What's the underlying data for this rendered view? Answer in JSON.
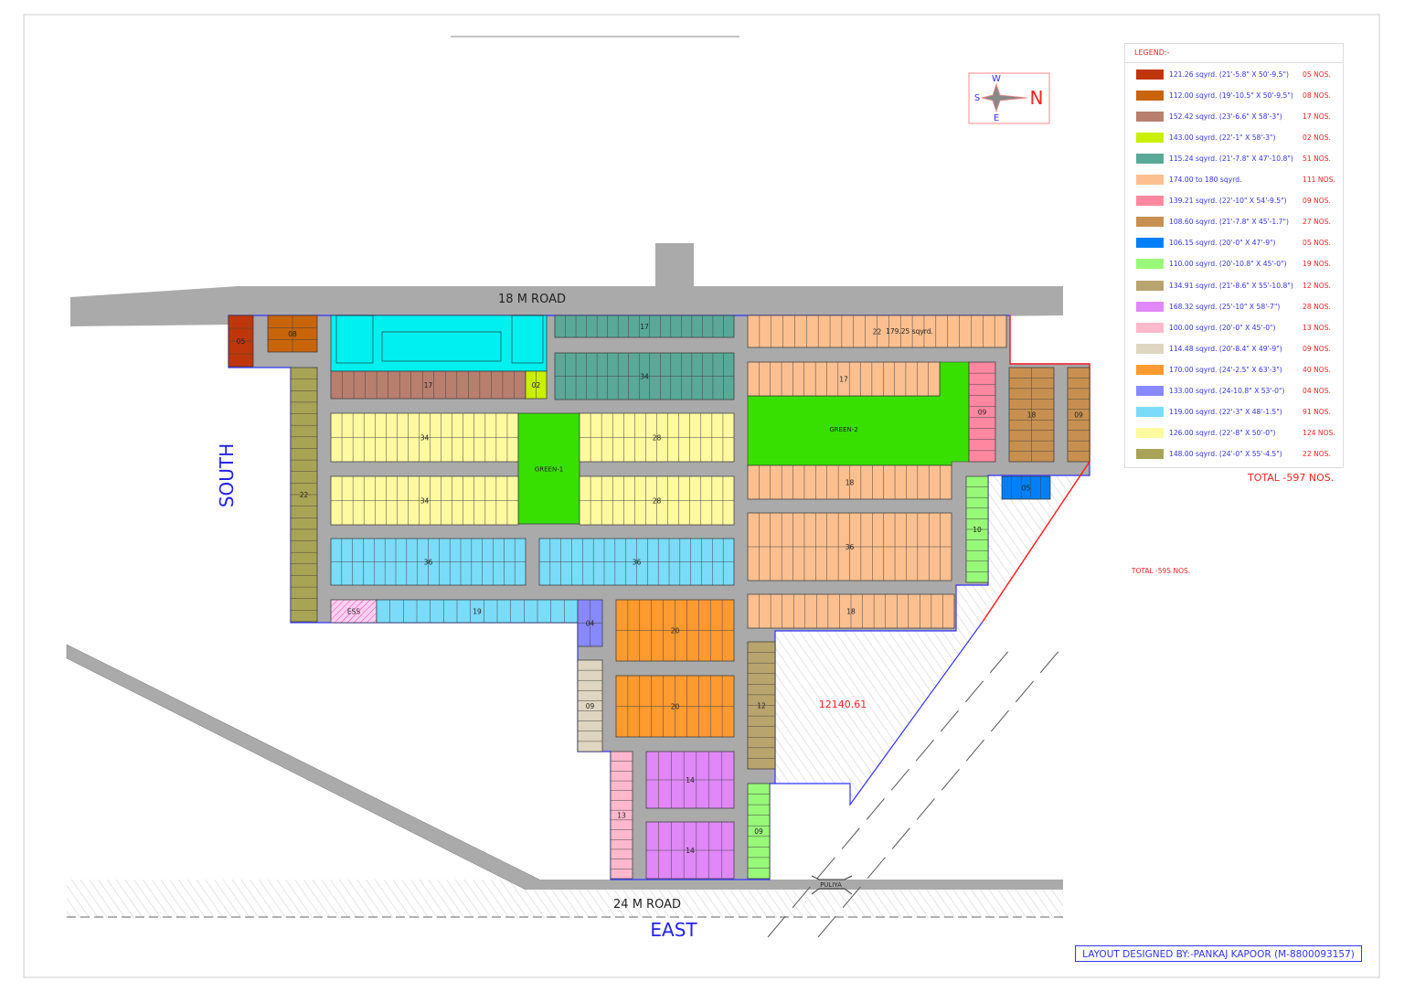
{
  "roads": {
    "top": "18 M ROAD",
    "bottom": "24 M ROAD",
    "puliya": "PULIYA"
  },
  "directions": {
    "side_left": "SOUTH",
    "side_bottom": "EAST"
  },
  "compass": {
    "w": "W",
    "s": "S",
    "e": "E",
    "n": "N"
  },
  "open_area_value": "12140.61",
  "secondary_total": "TOTAL -595 NOS.",
  "colors": {
    "red": "#c0360c",
    "dark_orange": "#c8640a",
    "brown": "#b87f6e",
    "lime": "#c8f000",
    "teal": "#5aa898",
    "peach": "#fcc090",
    "pink": "#ff88a0",
    "tan": "#c89050",
    "blue": "#0080f8",
    "light_green": "#98f878",
    "khaki": "#b8a46e",
    "violet": "#e088f8",
    "light_pink": "#ffb8cc",
    "beige": "#ded6c0",
    "orange": "#ff9a30",
    "purple": "#8888ff",
    "sky": "#7adcf8",
    "yellow": "#fffaa0",
    "olive": "#a8a455",
    "cyan": "#00f0f0",
    "green": "#38e000",
    "road": "#aaaaaa"
  },
  "blocks": [
    {
      "label": "05",
      "color": "red"
    },
    {
      "label": "08",
      "color": "dark_orange"
    },
    {
      "label": "",
      "color": "cyan"
    },
    {
      "label": "17",
      "color": "brown"
    },
    {
      "label": "02",
      "color": "lime"
    },
    {
      "label": "17",
      "color": "teal"
    },
    {
      "label": "34",
      "color": "teal"
    },
    {
      "label": "34",
      "color": "yellow"
    },
    {
      "label": "GREEN-1",
      "color": "green"
    },
    {
      "label": "28",
      "color": "yellow"
    },
    {
      "label": "34",
      "color": "yellow"
    },
    {
      "label": "28",
      "color": "yellow"
    },
    {
      "label": "36",
      "color": "sky"
    },
    {
      "label": "36",
      "color": "sky"
    },
    {
      "label": "22",
      "color": "olive"
    },
    {
      "label": "ESS",
      "color": "light_pink"
    },
    {
      "label": "19",
      "color": "sky"
    },
    {
      "label": "04",
      "color": "purple"
    },
    {
      "label": "20",
      "color": "orange"
    },
    {
      "label": "09",
      "color": "beige"
    },
    {
      "label": "20",
      "color": "orange"
    },
    {
      "label": "13",
      "color": "light_pink"
    },
    {
      "label": "14",
      "color": "violet"
    },
    {
      "label": "14",
      "color": "violet"
    },
    {
      "label": "12",
      "color": "khaki"
    },
    {
      "label": "09",
      "color": "light_green"
    },
    {
      "label": "22",
      "color": "peach",
      "note": "179.25 sqyrd."
    },
    {
      "label": "17",
      "color": "peach"
    },
    {
      "label": "09",
      "color": "pink"
    },
    {
      "label": "18",
      "color": "tan"
    },
    {
      "label": "09",
      "color": "tan"
    },
    {
      "label": "18",
      "color": "peach"
    },
    {
      "label": "10",
      "color": "light_green"
    },
    {
      "label": "05",
      "color": "blue"
    },
    {
      "label": "36",
      "color": "peach"
    },
    {
      "label": "18",
      "color": "peach"
    }
  ],
  "green2": {
    "label": "GREEN-2",
    "color": "green"
  },
  "legend": {
    "title": "LEGEND:-",
    "items": [
      {
        "color": "#c0360c",
        "text": "121.26 sqyrd. (21'-5.8\" X 50'-9.5\")",
        "count": "05 NOS."
      },
      {
        "color": "#c8640a",
        "text": "112.00 sqyrd. (19'-10.5\" X 50'-9.5\")",
        "count": "08 NOS."
      },
      {
        "color": "#b87f6e",
        "text": "152.42 sqyrd. (23'-6.6\" X 58'-3\")",
        "count": "17 NOS."
      },
      {
        "color": "#c8f000",
        "text": "143.00 sqyrd. (22'-1\" X 58'-3\")",
        "count": "02 NOS."
      },
      {
        "color": "#5aa898",
        "text": "115.24 sqyrd. (21'-7.8\" X 47'-10.8\")",
        "count": "51 NOS."
      },
      {
        "color": "#fcc090",
        "text": "174.00 to 180 sqyrd.",
        "count": "111 NOS."
      },
      {
        "color": "#ff88a0",
        "text": "139.21 sqyrd. (22'-10\" X 54'-9.5\")",
        "count": "09 NOS."
      },
      {
        "color": "#c89050",
        "text": "108.60 sqyrd. (21'-7.8\" X 45'-1.7\")",
        "count": "27 NOS."
      },
      {
        "color": "#0080f8",
        "text": "106.15 sqyrd. (20'-0\" X 47'-9\")",
        "count": "05 NOS."
      },
      {
        "color": "#98f878",
        "text": "110.00 sqyrd. (20'-10.8\" X 45'-0\")",
        "count": "19 NOS."
      },
      {
        "color": "#b8a46e",
        "text": "134.91 sqyrd. (21'-8.6\" X 55'-10.8\")",
        "count": "12 NOS."
      },
      {
        "color": "#e088f8",
        "text": "168.32 sqyrd. (25'-10\" X 58'-7\")",
        "count": "28 NOS."
      },
      {
        "color": "#ffb8cc",
        "text": "100.00 sqyrd. (20'-0\" X 45'-0\")",
        "count": "13 NOS."
      },
      {
        "color": "#ded6c0",
        "text": "114.48 sqyrd. (20'-8.4\" X 49'-9\")",
        "count": "09 NOS."
      },
      {
        "color": "#ff9a30",
        "text": "170.00 sqyrd. (24'-2.5\" X 63'-3\")",
        "count": "40 NOS."
      },
      {
        "color": "#8888ff",
        "text": "133.00 sqyrd. (24-10.8\" X 53'-0\")",
        "count": "04 NOS."
      },
      {
        "color": "#7adcf8",
        "text": "119.00 sqyrd. (22'-3\" X 48'-1.5\")",
        "count": "91 NOS."
      },
      {
        "color": "#fffaa0",
        "text": "126.00 sqyrd. (22'-8\" X 50'-0\")",
        "count": "124 NOS."
      },
      {
        "color": "#a8a455",
        "text": "148.00 sqyrd. (24'-0\" X 55'-4.5\")",
        "count": "22 NOS."
      }
    ],
    "total": "TOTAL -597 NOS."
  },
  "designer": "LAYOUT DESIGNED BY:-PANKAJ KAPOOR (M-8800093157)"
}
